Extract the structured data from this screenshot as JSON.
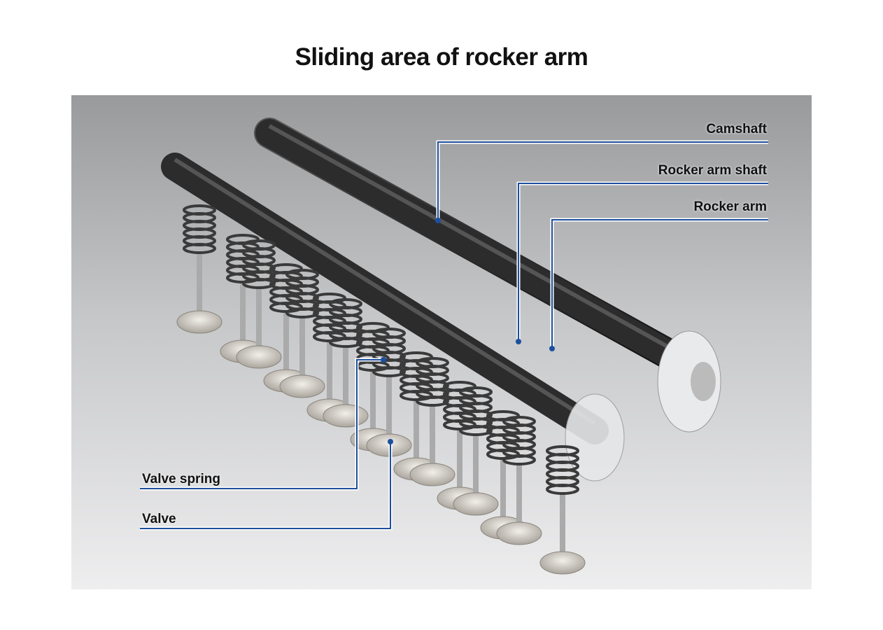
{
  "title": "Sliding area of rocker arm",
  "labels": {
    "camshaft": "Camshaft",
    "rocker_arm_shaft": "Rocker arm shaft",
    "rocker_arm": "Rocker arm",
    "valve_spring": "Valve spring",
    "valve": "Valve"
  },
  "colors": {
    "leader_line": "#1c4f9e",
    "background_top": "#999a9c",
    "background_bottom": "#eeeeef"
  }
}
